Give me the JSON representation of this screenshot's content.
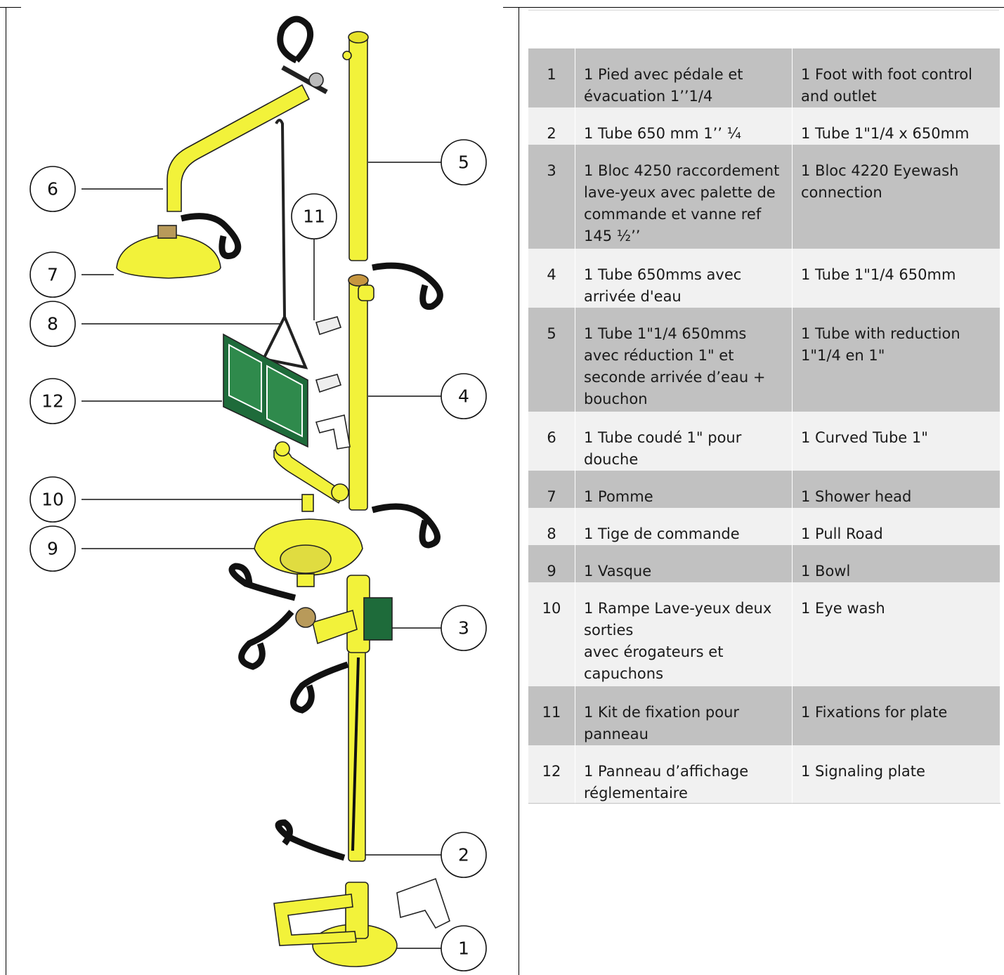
{
  "callouts": [
    "1",
    "2",
    "3",
    "4",
    "5",
    "6",
    "7",
    "8",
    "9",
    "10",
    "11",
    "12"
  ],
  "parts_table": {
    "rows": [
      {
        "num": "1",
        "fr": "1 Pied avec pédale et évacuation 1’’1/4",
        "en": "1 Foot with foot control and outlet"
      },
      {
        "num": "2",
        "fr": "1 Tube 650 mm 1’’ ¼",
        "en": "1 Tube 1\"1/4 x 650mm"
      },
      {
        "num": "3",
        "fr": "1 Bloc 4250 raccordement lave-yeux avec palette de commande et vanne ref 145 ½’’",
        "en": "1 Bloc 4220 Eyewash connection"
      },
      {
        "num": "4",
        "fr": "1 Tube 650mms avec arrivée d'eau",
        "en": "1 Tube 1\"1/4 650mm"
      },
      {
        "num": "5",
        "fr": "1 Tube 1\"1/4 650mms avec réduction 1\" et seconde arrivée d’eau + bouchon",
        "en": "1 Tube with reduction 1\"1/4 en 1\""
      },
      {
        "num": "6",
        "fr": "1 Tube coudé 1\" pour douche",
        "en": "1 Curved Tube 1\""
      },
      {
        "num": "7",
        "fr": "1 Pomme",
        "en": "1 Shower head"
      },
      {
        "num": "8",
        "fr": "1 Tige de commande",
        "en": "1 Pull Road"
      },
      {
        "num": "9",
        "fr": "1 Vasque",
        "en": "1 Bowl"
      },
      {
        "num": "10",
        "fr": "1 Rampe Lave-yeux deux sorties\navec érogateurs et capuchons",
        "en": "1 Eye wash"
      },
      {
        "num": "11",
        "fr": "1 Kit de fixation pour panneau",
        "en": "1 Fixations for plate"
      },
      {
        "num": "12",
        "fr": "1 Panneau d’affichage réglementaire",
        "en": "1 Signaling plate"
      }
    ]
  },
  "colors": {
    "part_yellow": "#f2f23a",
    "sign_green": "#1e6b3a",
    "row_dark": "#c1c1c1",
    "row_light": "#f1f1f1"
  }
}
